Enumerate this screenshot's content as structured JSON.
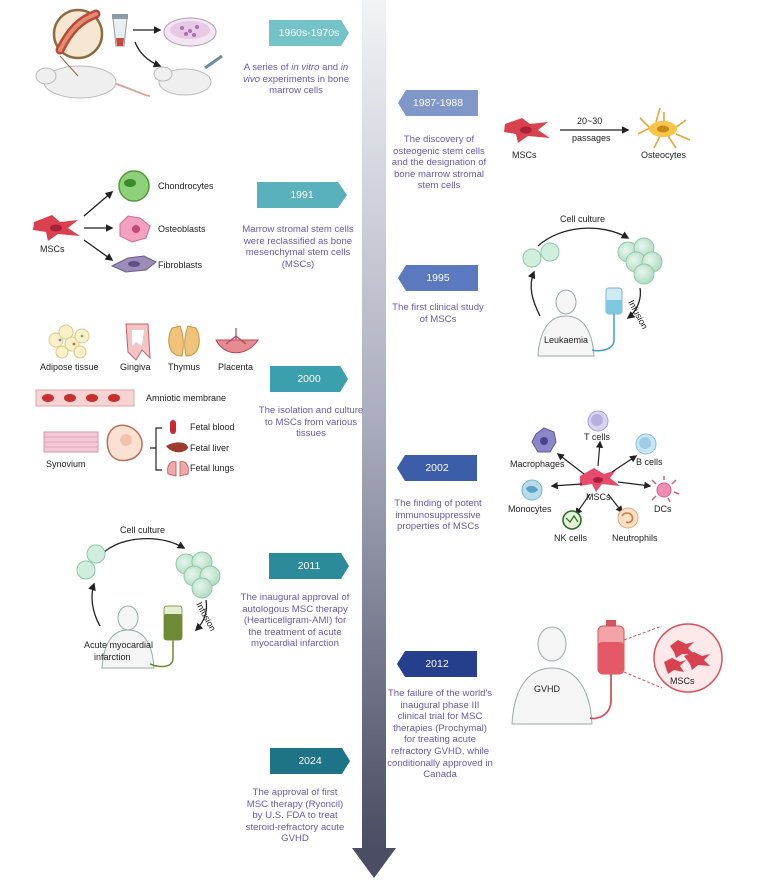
{
  "events": [
    {
      "year": "1960s-1970s",
      "description_parts": [
        "A series of ",
        "in vitro",
        " and ",
        "in vivo",
        " experiments in bone marrow cells"
      ],
      "color": "#74c3c8"
    },
    {
      "year": "1987-1988",
      "description": "The discovery of osteogenic stem cells and the designation of bone marrow stromal stem cells",
      "color": "#7f97c9"
    },
    {
      "year": "1991",
      "description": "Marrow stromal stem cells were reclassified as bone mesenchymal stem cells (MSCs)",
      "color": "#59b2bb"
    },
    {
      "year": "1995",
      "description": "The first clinical study of MSCs",
      "color": "#5a79bf"
    },
    {
      "year": "2000",
      "description": "The isolation and culture to MSCs from various tissues",
      "color": "#3c9fad"
    },
    {
      "year": "2002",
      "description": "The finding of potent immunosuppressive properties of MSCs",
      "color": "#3c5ea8"
    },
    {
      "year": "2011",
      "description": "The inaugural approval of autologous MSC therapy (Hearticellgram-AMI) for the treatment of acute myocardial infarction",
      "color": "#2b8b9b"
    },
    {
      "year": "2012",
      "description": "The failure of the world's inaugural phase III clinical trial for MSC therapies (Prochymal) for treating acute refractory GVHD, while conditionally approved in Canada",
      "color": "#263f8c"
    },
    {
      "year": "2024",
      "description": "The approval of first MSC therapy (Ryoncil) by U.S. FDA to treat steroid-refractory acute GVHD",
      "color": "#1e7386"
    }
  ],
  "illustrations": {
    "e1987": {
      "source": "MSCs",
      "passages": "20~30",
      "passages_word": "passages",
      "target": "Osteocytes"
    },
    "e1991": {
      "source": "MSCs",
      "targets": [
        "Chondrocytes",
        "Osteoblasts",
        "Fibroblasts"
      ]
    },
    "e1995": {
      "culture": "Cell culture",
      "infusion": "Infusion",
      "patient": "Leukaemia"
    },
    "e2000": {
      "tissues": [
        "Adipose tissue",
        "Gingiva",
        "Thymus",
        "Placenta",
        "Amniotic membrane",
        "Synovium"
      ],
      "fetal": [
        "Fetal blood",
        "Fetal liver",
        "Fetal lungs"
      ]
    },
    "e2002": {
      "center": "MSCs",
      "cells": [
        "T cells",
        "Macrophages",
        "B cells",
        "Monocytes",
        "DCs",
        "NK cells",
        "Neutrophils"
      ]
    },
    "e2011": {
      "culture": "Cell culture",
      "infusion": "Infusion",
      "patient_line1": "Acute myocardial",
      "patient_line2": "infarction"
    },
    "e2012": {
      "patient": "GVHD",
      "cells": "MSCs"
    }
  }
}
